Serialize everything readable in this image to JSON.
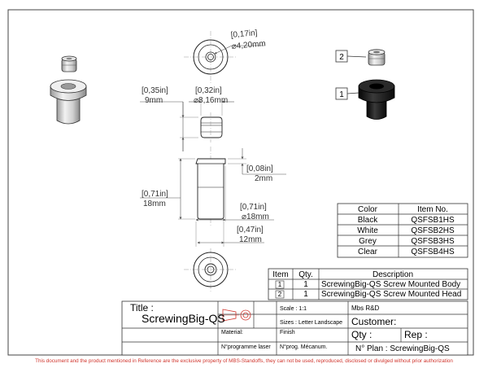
{
  "dimensions": {
    "top_view_dia_in": "0,17in",
    "top_view_dia_mm": "⌀4,20mm",
    "head_length_in": "0,35in",
    "head_length_mm": "9mm",
    "head_dia_in": "0,32in",
    "head_dia_mm": "⌀8,16mm",
    "flange_thk_in": "0,08in",
    "flange_thk_mm": "2mm",
    "body_len_in": "0,71in",
    "body_len_mm": "18mm",
    "flange_dia_in": "0,71in",
    "flange_dia_mm": "⌀18mm",
    "body_dia_in": "0,47in",
    "body_dia_mm": "12mm"
  },
  "balloons": {
    "head": "2",
    "body": "1"
  },
  "color_table": {
    "headers": [
      "Color",
      "Item No."
    ],
    "rows": [
      [
        "Black",
        "QSFSB1HS"
      ],
      [
        "White",
        "QSFSB2HS"
      ],
      [
        "Grey",
        "QSFSB3HS"
      ],
      [
        "Clear",
        "QSFSB4HS"
      ]
    ]
  },
  "bom": {
    "headers": [
      "Item",
      "Qty.",
      "Description"
    ],
    "rows": [
      [
        "1",
        "1",
        "ScrewingBig-QS Screw Mounted Body"
      ],
      [
        "2",
        "1",
        "ScrewingBig-QS Screw Mounted Head"
      ]
    ]
  },
  "title_block": {
    "title_label": "Title :",
    "title": "ScrewingBig-QS",
    "scale": "Scale : 1:1",
    "sizes": "Sizes : Letter Landscape",
    "company": "Mbs R&D",
    "customer": "Customer:",
    "material": "Material:",
    "finish": "Finish",
    "qty": "Qty :",
    "rep": "Rep :",
    "laser": "N°programme laser",
    "mecanum": "N°prog. Mécanum.",
    "plan": "N° Plan : ScrewingBig-QS"
  },
  "notice": "This document and the product mentioned in Reference are the exclusive property of MBS-Standoffs, they can not be used, reproduced, disclosed or divulged without prior authorization",
  "colors": {
    "frame": "#333333",
    "notice": "#d0342c",
    "part_black": "#1a1a1a"
  }
}
